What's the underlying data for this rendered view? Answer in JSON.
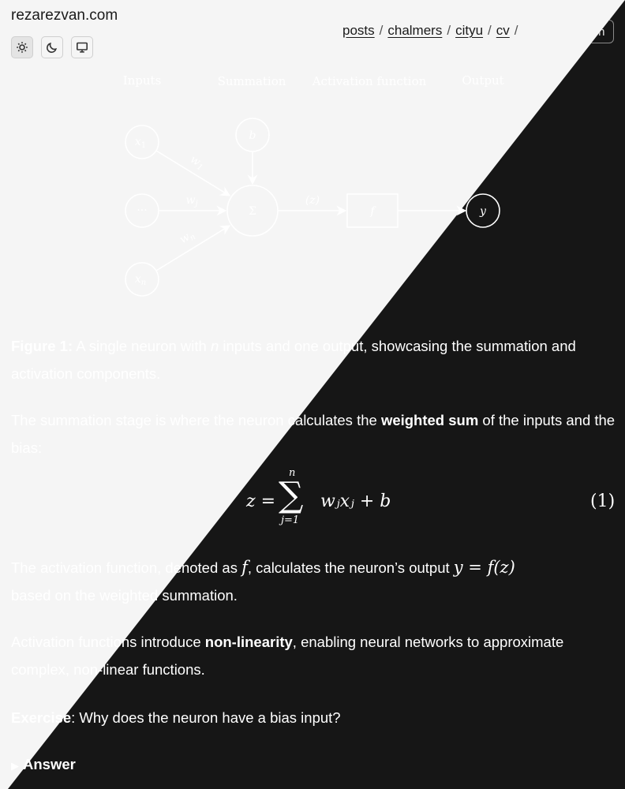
{
  "site": {
    "title": "rezarezvan.com"
  },
  "nav": {
    "links": [
      "posts",
      "chalmers",
      "cityu",
      "cv"
    ],
    "separator": "/",
    "search_label": "Search"
  },
  "theme_buttons": [
    {
      "name": "sun-icon",
      "active": true
    },
    {
      "name": "moon-icon",
      "active": false
    },
    {
      "name": "monitor-icon",
      "active": false
    }
  ],
  "diagram": {
    "headers": [
      "Inputs",
      "Summation",
      "Activation function",
      "Output"
    ],
    "nodes": {
      "x1": "x1",
      "dots": "···",
      "xn": "xn",
      "bias": "b",
      "sum": "Σ",
      "activation": "f",
      "output": "y"
    },
    "edge_labels": {
      "w1": "w1",
      "wj": "wj",
      "wn": "wn",
      "z": "(z)"
    }
  },
  "content": {
    "caption_label": "Figure 1:",
    "caption_pre": " A single neuron with ",
    "caption_var": "n",
    "caption_post": " inputs and one output, showcasing the summation and activation components.",
    "p1_pre": "The summation stage is where the neuron calculates the ",
    "p1_bold": "weighted sum",
    "p1_post": " of the inputs and the bias:",
    "equation": {
      "lhs": "z =",
      "sum_top": "n",
      "sum_bottom": "j=1",
      "rhs": "wⱼxⱼ + b",
      "number": "(1)"
    },
    "p2_pre": "The activation function, denoted as ",
    "p2_f": "f",
    "p2_mid": ", calculates the neuron’s output ",
    "p2_expr": "y = f(z)",
    "p2_post": "based on the weighted summation.",
    "p3_pre": "Activation functions introduce ",
    "p3_bold": "non-linearity",
    "p3_post": ", enabling neural networks to approximate complex, non-linear functions.",
    "exercise_bold": "Exercise",
    "exercise_text": ": Why does the neuron have a bias input?",
    "answer_label": "Answer"
  },
  "colors": {
    "light_bg": "#f5f5f5",
    "dark_bg": "#161616",
    "light_text": "#2a2a2a",
    "dark_text": "#e6e6e6"
  }
}
